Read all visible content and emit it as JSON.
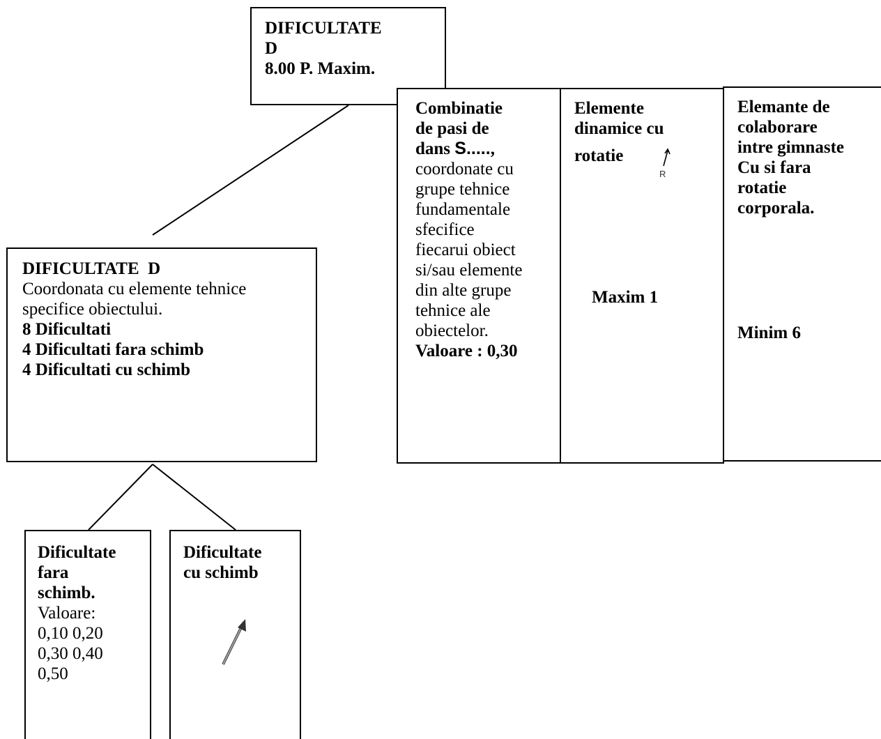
{
  "top_box": {
    "lines": [
      "DIFICULTATE",
      "D",
      "8.00 P. Maxim."
    ]
  },
  "main_box": {
    "title": "DIFICULTATE  D",
    "desc_lines": [
      "Coordonata cu elemente tehnice",
      "specifice obiectului."
    ],
    "bold_lines": [
      "8 Dificultati",
      "4 Dificultati fara schimb",
      "4 Dificultati cu schimb"
    ]
  },
  "col1": {
    "bold_lines": [
      "Combinatie",
      "de pasi de"
    ],
    "dans_label": "dans ",
    "dans_s": "S.....",
    "dans_comma": ",",
    "normal_lines": [
      "coordonate cu",
      "grupe tehnice",
      "fundamentale",
      "sfecifice",
      "fiecarui obiect",
      "si/sau elemente",
      "din alte grupe",
      "tehnice ale",
      "obiectelor."
    ],
    "value": "Valoare : 0,30"
  },
  "col2": {
    "bold_lines": [
      "Elemente",
      "dinamice cu",
      "rotatie"
    ],
    "icon": "R-rotation-arrow-icon",
    "icon_letter": "R",
    "center_value": "Maxim 1"
  },
  "col3": {
    "bold_lines": [
      "Elemante de",
      "colaborare",
      "intre gimnaste",
      "Cu si fara",
      "rotatie",
      "corporala."
    ],
    "center_value": "Minim 6"
  },
  "sub1": {
    "bold_lines": [
      "Dificultate",
      "fara",
      "schimb."
    ],
    "normal_lines": [
      "Valoare:",
      "0,10 0,20",
      "0,30 0,40",
      "0,50"
    ]
  },
  "sub2": {
    "bold_lines": [
      "Dificultate",
      "cu schimb"
    ],
    "icon": "diagonal-arrow-icon"
  }
}
